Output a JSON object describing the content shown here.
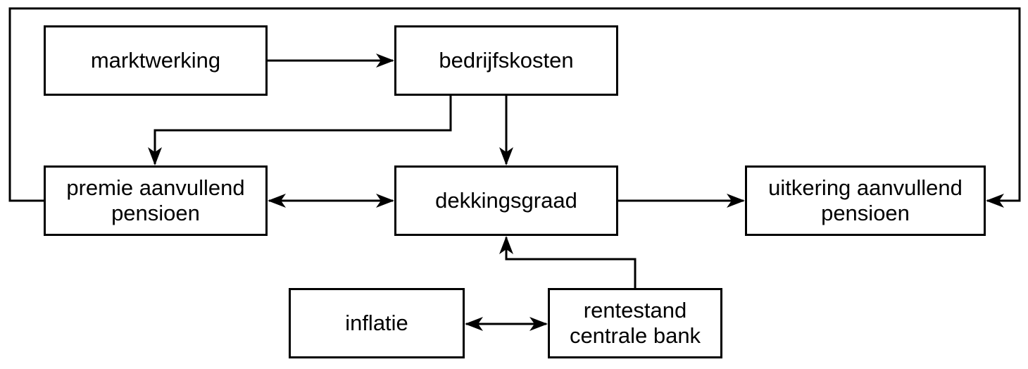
{
  "diagram": {
    "nodes": {
      "marktwerking": {
        "lines": [
          "marktwerking"
        ]
      },
      "bedrijfskosten": {
        "lines": [
          "bedrijfskosten"
        ]
      },
      "premie": {
        "lines": [
          "premie aanvullend",
          "pensioen"
        ]
      },
      "dekkingsgraad": {
        "lines": [
          "dekkingsgraad"
        ]
      },
      "uitkering": {
        "lines": [
          "uitkering aanvullend",
          "pensioen"
        ]
      },
      "inflatie": {
        "lines": [
          "inflatie"
        ]
      },
      "rentestand": {
        "lines": [
          "rentestand",
          "centrale bank"
        ]
      }
    },
    "edges": [
      {
        "from": "marktwerking",
        "to": "bedrijfskosten",
        "direction": "forward"
      },
      {
        "from": "bedrijfskosten",
        "to": "premie",
        "direction": "forward"
      },
      {
        "from": "bedrijfskosten",
        "to": "dekkingsgraad",
        "direction": "forward"
      },
      {
        "from": "premie",
        "to": "dekkingsgraad",
        "direction": "both"
      },
      {
        "from": "dekkingsgraad",
        "to": "uitkering",
        "direction": "forward"
      },
      {
        "from": "premie",
        "to": "uitkering",
        "direction": "forward"
      },
      {
        "from": "rentestand",
        "to": "dekkingsgraad",
        "direction": "forward"
      },
      {
        "from": "inflatie",
        "to": "rentestand",
        "direction": "both"
      }
    ]
  }
}
